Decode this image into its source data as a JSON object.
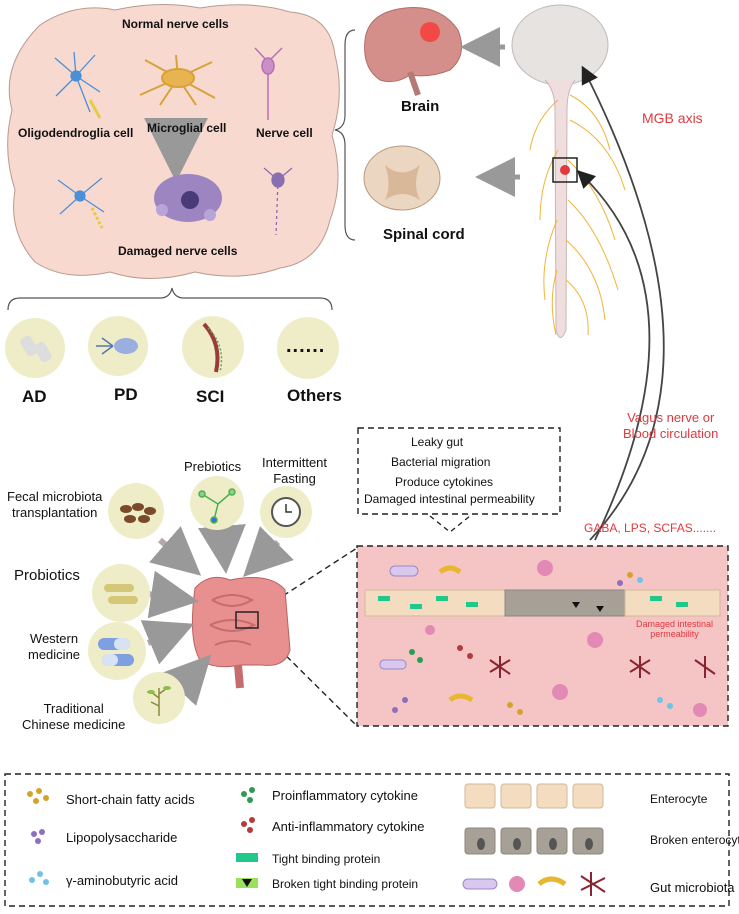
{
  "nerve_panel": {
    "normal_title": "Normal nerve cells",
    "oligo": "Oligodendroglia cell",
    "microglia": "Microglial cell",
    "nerve": "Nerve cell",
    "damaged": "Damaged nerve cells"
  },
  "cns": {
    "brain": "Brain",
    "spinal": "Spinal cord"
  },
  "axis": {
    "mgb": "MGB axis",
    "vagus": "Vagus nerve or\nBlood circulation",
    "metabolites": "GABA, LPS, SCFAS......."
  },
  "diseases": [
    "AD",
    "PD",
    "SCI",
    "Others"
  ],
  "others_dots": "......",
  "gut_box": [
    "Leaky gut",
    "Bacterial migration",
    "Produce cytokines",
    "Damaged intestinal permeability"
  ],
  "damaged_label": "Damaged intestinal\npermeability",
  "treatments": {
    "fecal": "Fecal microbiota\ntransplantation",
    "prebiotics": "Prebiotics",
    "fasting": "Intermittent\nFasting",
    "probiotics": "Probiotics",
    "western": "Western\nmedicine",
    "tcm": "Traditional\nChinese medicine"
  },
  "legend": {
    "scfa": "Short-chain fatty acids",
    "lps": "Lipopolysaccharide",
    "gaba": "γ-aminobutyric acid",
    "pro": "Proinflammatory cytokine",
    "anti": "Anti-inflammatory cytokine",
    "tight": "Tight binding protein",
    "broken_tight": "Broken tight binding protein",
    "enterocyte": "Enterocyte",
    "broken_enterocyte": "Broken enterocyte",
    "microbiota": "Gut microbiota"
  },
  "colors": {
    "accent_red": "#e0393e",
    "panel_pink": "#f7d9cf",
    "gut_pink": "#f5c4c4",
    "tight_green": "#20c98a",
    "circle_bg": "#efedc8"
  }
}
